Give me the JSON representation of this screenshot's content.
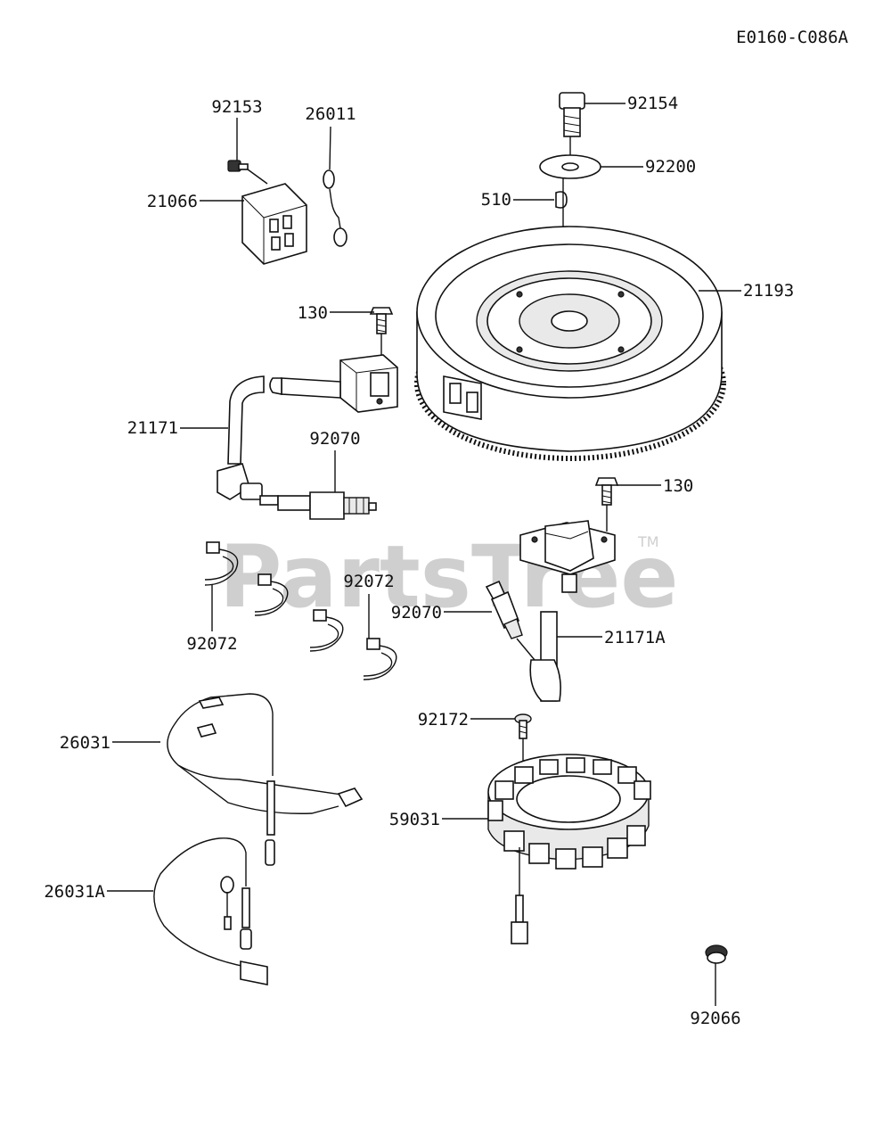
{
  "diagram_code": "E0160-C086A",
  "watermark": {
    "text": "PartsTree",
    "trademark": "TM"
  },
  "parts": [
    {
      "id": "92154"
    },
    {
      "id": "92200"
    },
    {
      "id": "510"
    },
    {
      "id": "21193"
    },
    {
      "id": "92153"
    },
    {
      "id": "26011"
    },
    {
      "id": "21066"
    },
    {
      "id": "130"
    },
    {
      "id": "21171"
    },
    {
      "id": "92070"
    },
    {
      "id": "130"
    },
    {
      "id": "92072"
    },
    {
      "id": "92072"
    },
    {
      "id": "92070"
    },
    {
      "id": "21171A"
    },
    {
      "id": "92172"
    },
    {
      "id": "26031"
    },
    {
      "id": "59031"
    },
    {
      "id": "26031A"
    },
    {
      "id": "92066"
    }
  ]
}
